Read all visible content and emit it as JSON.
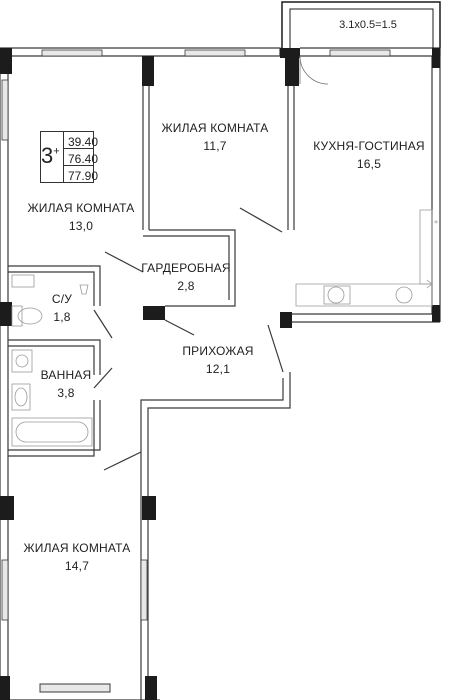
{
  "summary": {
    "rooms": "3",
    "rooms_suffix": "+",
    "areas": [
      "39.40",
      "76.40",
      "77.90"
    ]
  },
  "balcony": {
    "label": "3.1x0.5=1.5"
  },
  "rooms": [
    {
      "id": "living-1",
      "name": "ЖИЛАЯ КОМНАТА",
      "area": "11,7"
    },
    {
      "id": "kitchen",
      "name": "КУХНЯ-ГОСТИНАЯ",
      "area": "16,5"
    },
    {
      "id": "living-2",
      "name": "ЖИЛАЯ КОМНАТА",
      "area": "13,0"
    },
    {
      "id": "wardrobe",
      "name": "ГАРДЕРОБНАЯ",
      "area": "2,8"
    },
    {
      "id": "wc",
      "name": "С/У",
      "area": "1,8"
    },
    {
      "id": "hall",
      "name": "ПРИХОЖАЯ",
      "area": "12,1"
    },
    {
      "id": "bath",
      "name": "ВАННАЯ",
      "area": "3,8"
    },
    {
      "id": "living-3",
      "name": "ЖИЛАЯ КОМНАТА",
      "area": "14,7"
    }
  ],
  "colors": {
    "wall_dark": "#1c1c1c",
    "wall_outline": "#3a3a3a",
    "window": "#e8e8e8",
    "fixture": "#9a9a9a"
  }
}
